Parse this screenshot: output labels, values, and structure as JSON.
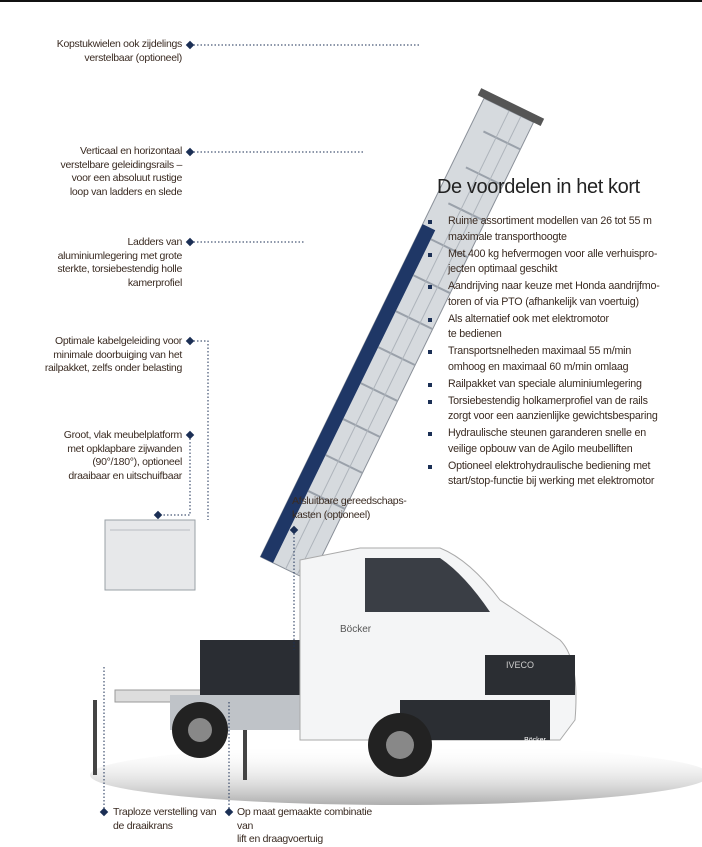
{
  "callouts": {
    "head_wheels": [
      "Kopstukwielen ook zijdelings",
      "verstelbaar (optioneel)"
    ],
    "guide_rails": [
      "Verticaal en horizontaal",
      "verstelbare geleidingsrails –",
      "voor een absoluut rustige",
      "loop van ladders en slede"
    ],
    "ladders": [
      "Ladders van",
      "aluminiumlegering met grote",
      "sterkte, torsiebestendig holle",
      "kamerprofiel"
    ],
    "cable_guide": [
      "Optimale kabelgeleiding voor",
      "minimale doorbuiging van het",
      "railpakket, zelfs onder belasting"
    ],
    "platform": [
      "Groot, vlak meubelplatform",
      "met opklapbare zijwanden",
      "(90°/180°), optioneel",
      "draaibaar en uitschuifbaar"
    ],
    "toolboxes": [
      "Afsluitbare gereedschaps-",
      "kasten (optioneel)"
    ],
    "turntable": [
      "Traploze verstelling van",
      "de draaikrans"
    ],
    "combination": [
      "Op maat gemaakte combinatie van",
      "lift en draagvoertuig"
    ]
  },
  "truck": {
    "brand": "IVECO",
    "logo": "Böcker"
  },
  "advantages": {
    "title": "De voordelen in het kort",
    "items": [
      [
        "Ruime assortiment modellen van 26 tot 55 m",
        "maximale transporthoogte"
      ],
      [
        "Met 400 kg hefvermogen voor alle verhuispro-",
        "jecten optimaal geschikt"
      ],
      [
        "Aandrijving naar keuze met Honda aandrijfmo-",
        "toren of via PTO (afhankelijk van voertuig)"
      ],
      [
        "Als alternatief ook met elektromotor",
        "te bedienen"
      ],
      [
        "Transportsnelheden maximaal 55 m/min",
        "omhoog en maximaal 60 m/min omlaag"
      ],
      [
        "Railpakket van speciale aluminiumlegering"
      ],
      [
        "Torsiebestendig holkamerprofiel van de rails",
        "zorgt voor een aanzienlijke gewichtsbesparing"
      ],
      [
        "Hydraulische steunen garanderen snelle en",
        "veilige opbouw van de Agilo meubelliften"
      ],
      [
        "Optioneel elektrohydraulische bediening met",
        "start/stop-functie bij werking met elektromotor"
      ]
    ]
  },
  "colors": {
    "accent": "#1b2f55",
    "text": "#3a2b22"
  }
}
